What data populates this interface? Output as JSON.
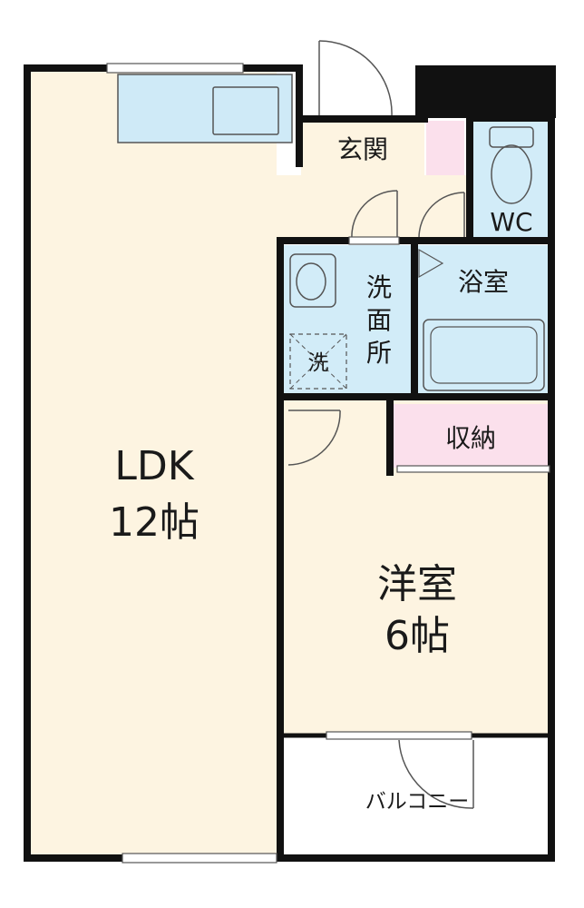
{
  "rooms": {
    "ldk": {
      "name": "LDK",
      "size": "12帖"
    },
    "western": {
      "name": "洋室",
      "size": "6帖"
    },
    "entrance": {
      "name": "玄関"
    },
    "wc": {
      "name": "WC"
    },
    "bath": {
      "name": "浴室"
    },
    "washroom": {
      "name": [
        "洗",
        "面",
        "所"
      ]
    },
    "washer": {
      "name": "洗"
    },
    "storage": {
      "name": "収納"
    },
    "balcony": {
      "name": "バルコニー"
    }
  },
  "colors": {
    "wall": "#111111",
    "floor": "#fdf4e1",
    "wet": "#d2ecf8",
    "storage": "#fbe0ec",
    "balcony": "#ffffff",
    "fixture": "#cfeaf7"
  }
}
